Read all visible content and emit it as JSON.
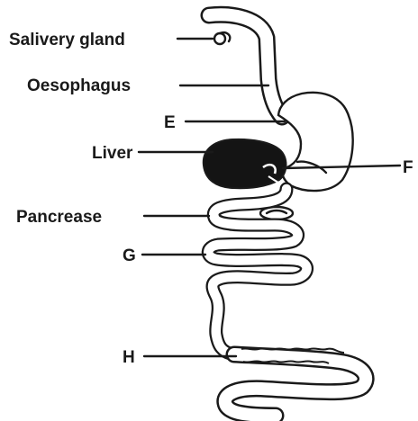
{
  "labels": {
    "salivary_gland": "Salivery gland",
    "oesophagus": "Oesophagus",
    "e": "E",
    "liver": "Liver",
    "f": "F",
    "pancrease": "Pancrease",
    "g": "G",
    "h": "H"
  },
  "colors": {
    "ink": "#1a1a1a",
    "liver_fill": "#141414",
    "background": "#ffffff"
  }
}
